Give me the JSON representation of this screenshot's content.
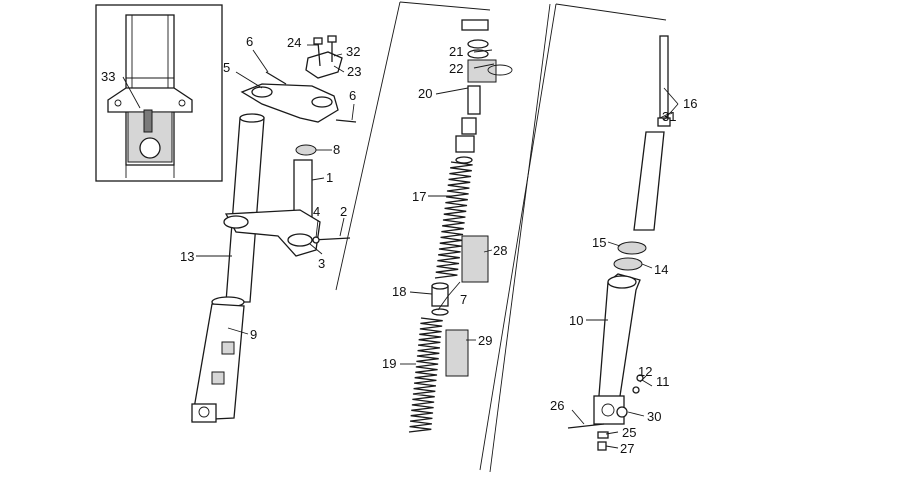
{
  "diagram": {
    "callouts": [
      {
        "id": "c1",
        "text": "1"
      },
      {
        "id": "c2",
        "text": "2"
      },
      {
        "id": "c3",
        "text": "3"
      },
      {
        "id": "c4",
        "text": "4"
      },
      {
        "id": "c5",
        "text": "5"
      },
      {
        "id": "c6a",
        "text": "6"
      },
      {
        "id": "c6b",
        "text": "6"
      },
      {
        "id": "c7",
        "text": "7"
      },
      {
        "id": "c8",
        "text": "8"
      },
      {
        "id": "c9",
        "text": "9"
      },
      {
        "id": "c10",
        "text": "10"
      },
      {
        "id": "c11",
        "text": "11"
      },
      {
        "id": "c12",
        "text": "12"
      },
      {
        "id": "c13",
        "text": "13"
      },
      {
        "id": "c14",
        "text": "14"
      },
      {
        "id": "c15",
        "text": "15"
      },
      {
        "id": "c16",
        "text": "16"
      },
      {
        "id": "c17",
        "text": "17"
      },
      {
        "id": "c18",
        "text": "18"
      },
      {
        "id": "c19",
        "text": "19"
      },
      {
        "id": "c20",
        "text": "20"
      },
      {
        "id": "c21",
        "text": "21"
      },
      {
        "id": "c22",
        "text": "22"
      },
      {
        "id": "c23",
        "text": "23"
      },
      {
        "id": "c24",
        "text": "24"
      },
      {
        "id": "c25",
        "text": "25"
      },
      {
        "id": "c26",
        "text": "26"
      },
      {
        "id": "c27",
        "text": "27"
      },
      {
        "id": "c28",
        "text": "28"
      },
      {
        "id": "c29",
        "text": "29"
      },
      {
        "id": "c30",
        "text": "30"
      },
      {
        "id": "c31",
        "text": "31"
      },
      {
        "id": "c32",
        "text": "32"
      },
      {
        "id": "c33",
        "text": "33"
      }
    ]
  }
}
